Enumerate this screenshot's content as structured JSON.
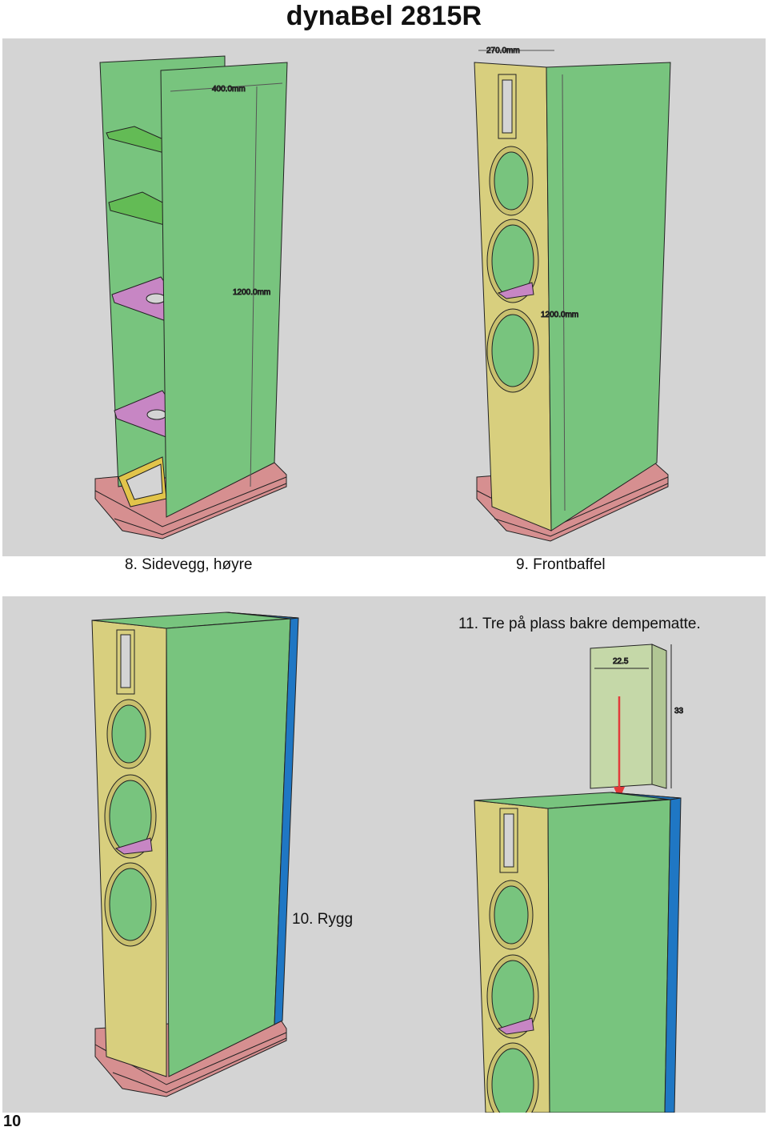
{
  "header": {
    "title": "dynaBel 2815R"
  },
  "steps": [
    {
      "caption": "8. Sidevegg, høyre",
      "dims": [
        "400.0mm",
        "1200.0mm"
      ]
    },
    {
      "caption": "9. Frontbaffel",
      "dims": [
        "270.0mm",
        "1200.0mm"
      ]
    },
    {
      "caption": "10. Rygg"
    },
    {
      "caption": "11. Tre på plass bakre dempematte.",
      "dims": [
        "22.5",
        "33"
      ]
    }
  ],
  "footer": {
    "page_number": "10"
  },
  "colors": {
    "panel_bg": "#d4d4d4",
    "side_green": "#78c47e",
    "shelf_green": "#63bb55",
    "baffle_yellow": "#d8cf7e",
    "damping_pink": "#c786c4",
    "plinth_pink": "#d68f90",
    "back_blue": "#1f77c4",
    "arrow_red": "#e23a3a",
    "mat_green": "#c5d8a8"
  }
}
